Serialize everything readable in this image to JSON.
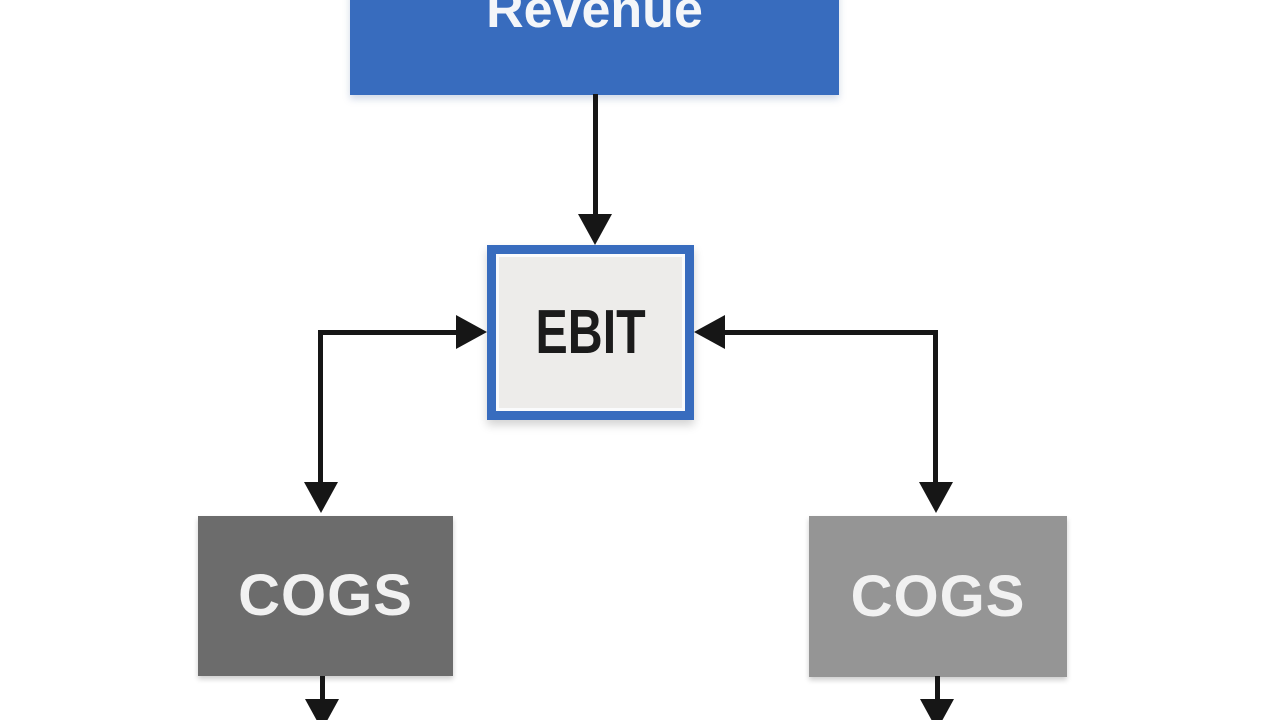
{
  "diagram": {
    "background": "#ffffff",
    "arrow_color": "#161616",
    "nodes": {
      "revenue": {
        "label": "Revenue",
        "fill": "#386cbe",
        "text_color": "#f4f6f9"
      },
      "ebit": {
        "label": "EBIT",
        "fill": "#edecea",
        "border_color": "#386cbe",
        "text_color": "#1b1b1b"
      },
      "cogs_left": {
        "label": "COGS",
        "fill": "#6c6c6c",
        "text_color": "#f1f1f1"
      },
      "cogs_right": {
        "label": "COGS",
        "fill": "#959595",
        "text_color": "#f1f1f1"
      }
    },
    "edges": [
      {
        "from": "revenue",
        "to": "ebit",
        "shape": "straight-vertical",
        "arrowhead_at": "ebit-top"
      },
      {
        "from": "left-junction",
        "to": "ebit",
        "shape": "elbow",
        "arrowhead_at": "ebit-left"
      },
      {
        "from": "left-junction",
        "to": "cogs_left",
        "shape": "elbow",
        "arrowhead_at": "cogs-left-top"
      },
      {
        "from": "right-junction",
        "to": "ebit",
        "shape": "elbow",
        "arrowhead_at": "ebit-right"
      },
      {
        "from": "right-junction",
        "to": "cogs_right",
        "shape": "elbow",
        "arrowhead_at": "cogs-right-top"
      },
      {
        "from": "cogs_left",
        "to": "offscreen-bottom",
        "shape": "straight-vertical",
        "arrowhead_at": "bottom-clipped"
      },
      {
        "from": "cogs_right",
        "to": "offscreen-bottom",
        "shape": "straight-vertical",
        "arrowhead_at": "bottom-clipped"
      }
    ]
  }
}
